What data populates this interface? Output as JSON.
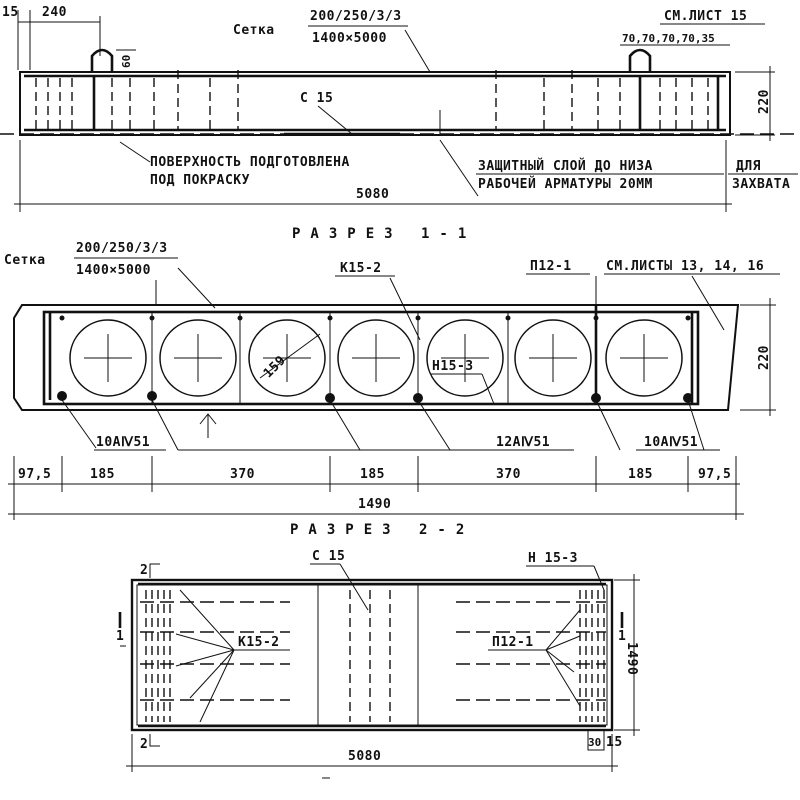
{
  "top_view": {
    "dim_15": "15",
    "dim_240": "240",
    "dim_60": "60",
    "mesh_label": "Сетка",
    "mesh_spec_top": "200/250/3/3",
    "mesh_spec_bottom": "1400×5000",
    "see_sheet": "СМ.ЛИСТ 15",
    "dim_pitch": "70,70,70,70,35",
    "dim_220": "220",
    "c15": "С 15",
    "surface_note_1": "ПОВЕРХНОСТЬ ПОДГОТОВЛЕНА",
    "surface_note_2": "ПОД ПОКРАСКУ",
    "cover_note_1": "ЗАЩИТНЫЙ СЛОЙ ДО НИЗА",
    "cover_note_2": "РАБОЧЕЙ АРМАТУРЫ 20ММ",
    "grip_note_1": "ДЛЯ",
    "grip_note_2": "ЗАХВАТА",
    "dim_5080": "5080"
  },
  "section_1": {
    "title": "РАЗРЕЗ 1-1",
    "mesh_label": "Сетка",
    "mesh_spec_top": "200/250/3/3",
    "mesh_spec_bottom": "1400×5000",
    "k15": "К15-2",
    "p12": "П12-1",
    "see_sheets": "СМ.ЛИСТЫ 13, 14, 16",
    "dia": "159",
    "n15": "Н15-3",
    "dim_220": "220",
    "rebar_left": "10АⅣ51",
    "rebar_mid": "12АⅣ51",
    "rebar_right": "10АⅣ51",
    "dims": [
      "97,5",
      "185",
      "370",
      "185",
      "370",
      "185",
      "97,5"
    ],
    "dim_total": "1490"
  },
  "section_2": {
    "title": "РАЗРЕЗ 2-2",
    "mark_2": "2",
    "mark_1": "1",
    "c15": "С 15",
    "n15": "Н 15-3",
    "k15": "К15-2",
    "p12": "П12-1",
    "dim_1490": "1490",
    "dim_5080": "5080",
    "dim_30": "30",
    "dim_15": "15"
  }
}
